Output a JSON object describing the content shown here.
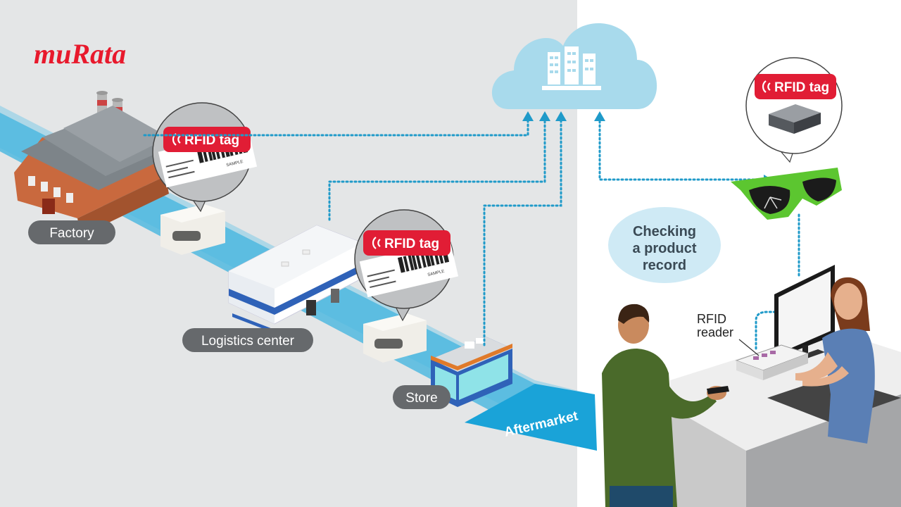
{
  "logo": {
    "text": "muRata",
    "color": "#e8192c"
  },
  "locations": {
    "factory": "Factory",
    "logistics": "Logistics center",
    "store": "Store"
  },
  "flow_label": "Aftermarket",
  "tags": {
    "factory_tag": "RFID tag",
    "logistics_tag": "RFID tag",
    "glasses_tag": "RFID tag"
  },
  "label_sample_text": "SAMPLE",
  "checking_bubble": {
    "line1": "Checking",
    "line2": "a product",
    "line3": "record"
  },
  "reader_label": {
    "line1": "RFID",
    "line2": "reader"
  },
  "colors": {
    "left_bg": "#e4e6e7",
    "right_bg": "#ffffff",
    "flow_arrow": "#29a8d6",
    "dotted_line": "#1f9ac9",
    "cloud": "#a8daec",
    "tag_red": "#e11d35",
    "pill_gray": "#66696c",
    "glasses_green": "#5cc630"
  },
  "icons": {
    "cloud": "cloud-server-icon",
    "nfc": "rfid-wave-icon"
  }
}
